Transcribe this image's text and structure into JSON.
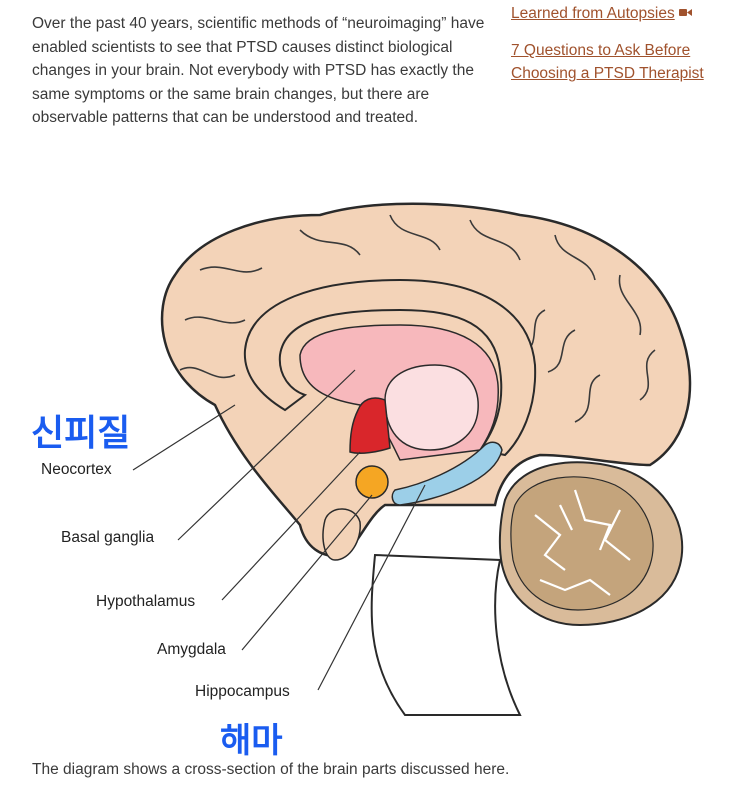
{
  "intro": {
    "paragraph": "Over the past 40 years, scientific methods of “neuroimaging” have enabled scientists to see that PTSD causes distinct biological changes in your brain. Not everybody with PTSD has exactly the same symptoms or the same brain changes, but there are observable patterns that can be understood and treated."
  },
  "sidebar": {
    "links": [
      {
        "label": "Learned from Autopsies",
        "icon": "video-camera-icon"
      },
      {
        "label": "7 Questions to Ask Before Choosing a PTSD Therapist"
      }
    ],
    "link_color": "#a0522d"
  },
  "diagram": {
    "labels": {
      "neocortex": "Neocortex",
      "basal_ganglia": "Basal ganglia",
      "hypothalamus": "Hypothalamus",
      "amygdala": "Amygdala",
      "hippocampus": "Hippocampus"
    },
    "korean": {
      "neocortex": "신피질",
      "hippocampus": "해마"
    },
    "colors": {
      "cortex": "#f3d3b8",
      "basal_ganglia": "#f7b8bc",
      "thalamus": "#fbdfe1",
      "hypothalamus": "#d9262b",
      "amygdala": "#f5a623",
      "hippocampus": "#9ccfe8",
      "cerebellum": "#c4a47c",
      "annotation": "#1a5cf0"
    }
  },
  "caption": "The diagram shows a cross-section of the brain parts discussed here."
}
